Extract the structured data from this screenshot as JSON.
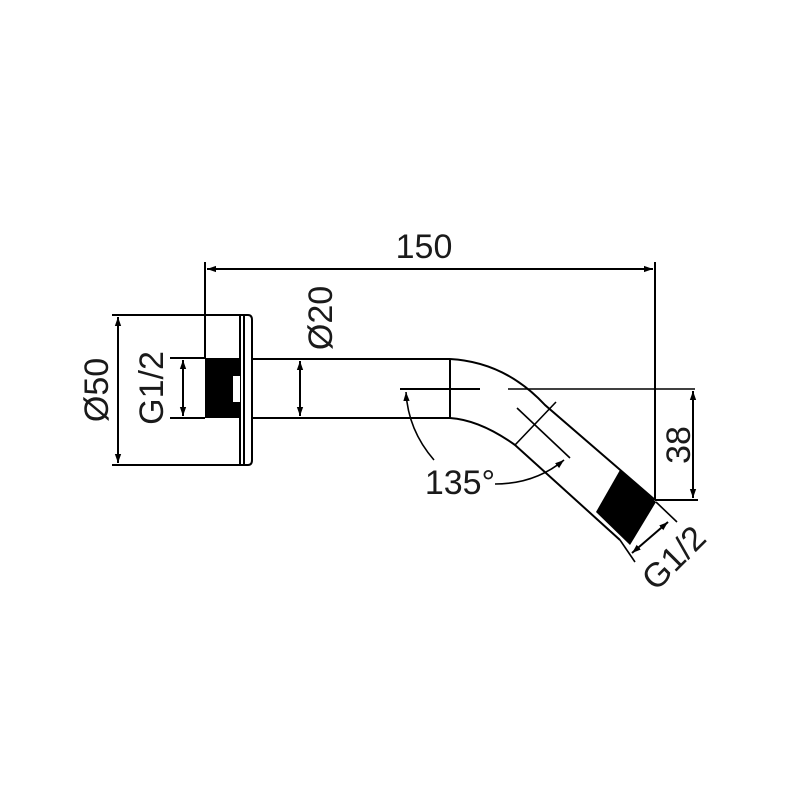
{
  "drawing": {
    "subject": "Shower arm technical drawing",
    "stroke_color": "#000000",
    "background": "#ffffff",
    "dimensions": {
      "overall_length": "150",
      "tube_diameter": "Ø20",
      "flange_diameter": "Ø50",
      "inlet_thread": "G1/2",
      "outlet_thread": "G1/2",
      "drop_height": "38",
      "bend_angle": "135°"
    }
  }
}
